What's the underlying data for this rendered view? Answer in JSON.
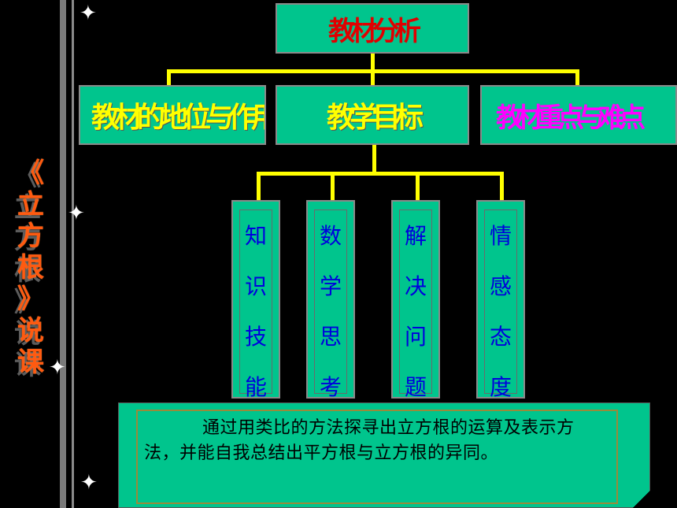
{
  "slide": {
    "vertical_title": [
      "《",
      "立",
      "方",
      "根",
      "》",
      "说",
      "课"
    ],
    "top_box": {
      "label": "教材分析"
    },
    "mid_boxes": [
      {
        "label": "教材的地位与作用"
      },
      {
        "label": "教学目标"
      },
      {
        "label": "教材重点与难点"
      }
    ],
    "goal_boxes": [
      {
        "chars": [
          "知",
          "识",
          "技",
          "能"
        ]
      },
      {
        "chars": [
          "数",
          "学",
          "思",
          "考"
        ]
      },
      {
        "chars": [
          "解",
          "决",
          "问",
          "题"
        ]
      },
      {
        "chars": [
          "情",
          "感",
          "态",
          "度"
        ]
      }
    ],
    "note": {
      "text": "通过用类比的方法探寻出立方根的运算及表示方法，并能自我总结出平方根与立方根的异同。"
    },
    "colors": {
      "background": "#000000",
      "box_fill": "#00c58d",
      "connector": "#ffff00",
      "top_text": "#e00000",
      "mid_text": "#ffff00",
      "mid3_text": "#ff00ff",
      "goal_text": "#0000dd",
      "title_text": "#ff5a10"
    }
  }
}
